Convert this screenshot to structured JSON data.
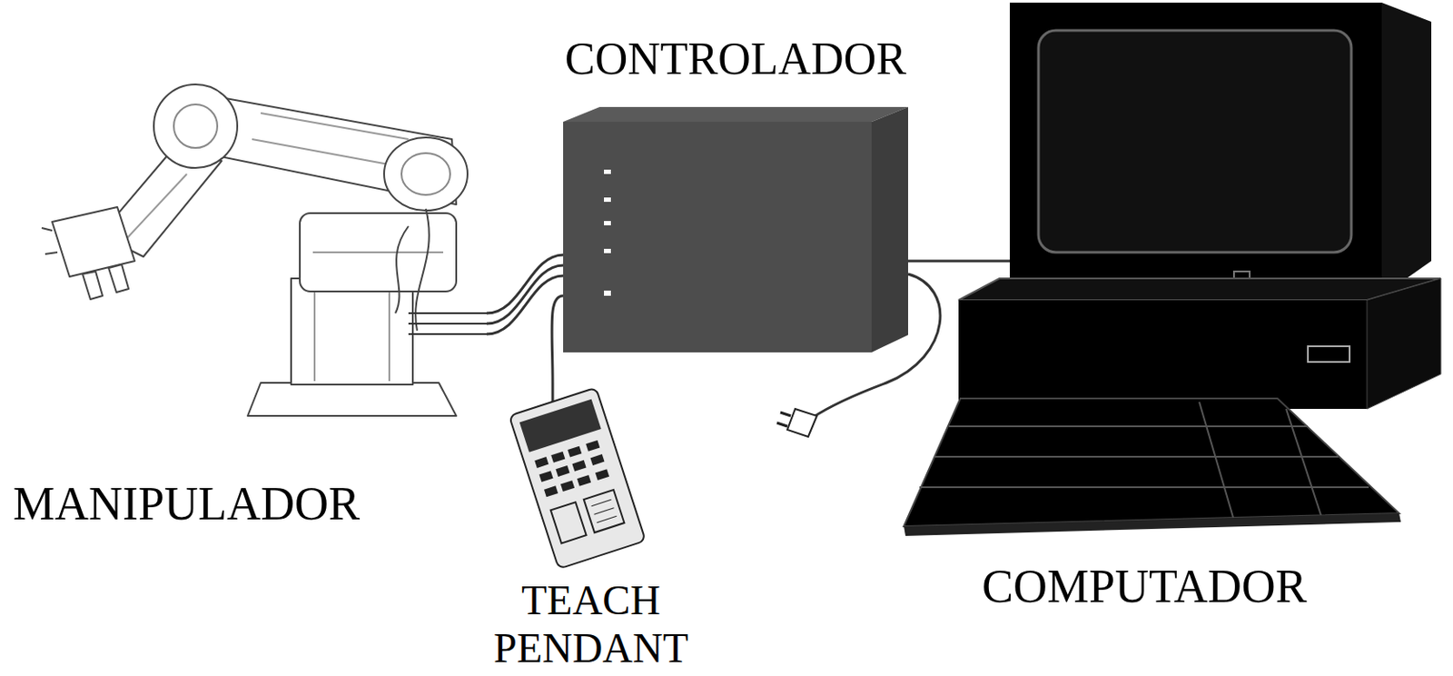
{
  "diagram": {
    "nodes": [
      {
        "text": [
          "MANIPULADOR"
        ]
      },
      {
        "text": [
          "CONTROLADOR"
        ]
      },
      {
        "text": [
          "TEACH PENDANT"
        ]
      },
      {
        "text": [
          "COMPUTADOR"
        ]
      }
    ],
    "edges": [
      {
        "from": 0,
        "to": 1,
        "arrow": "none"
      },
      {
        "from": 2,
        "to": 1,
        "arrow": "none"
      },
      {
        "from": 1,
        "to": 3,
        "arrow": "none"
      }
    ]
  }
}
